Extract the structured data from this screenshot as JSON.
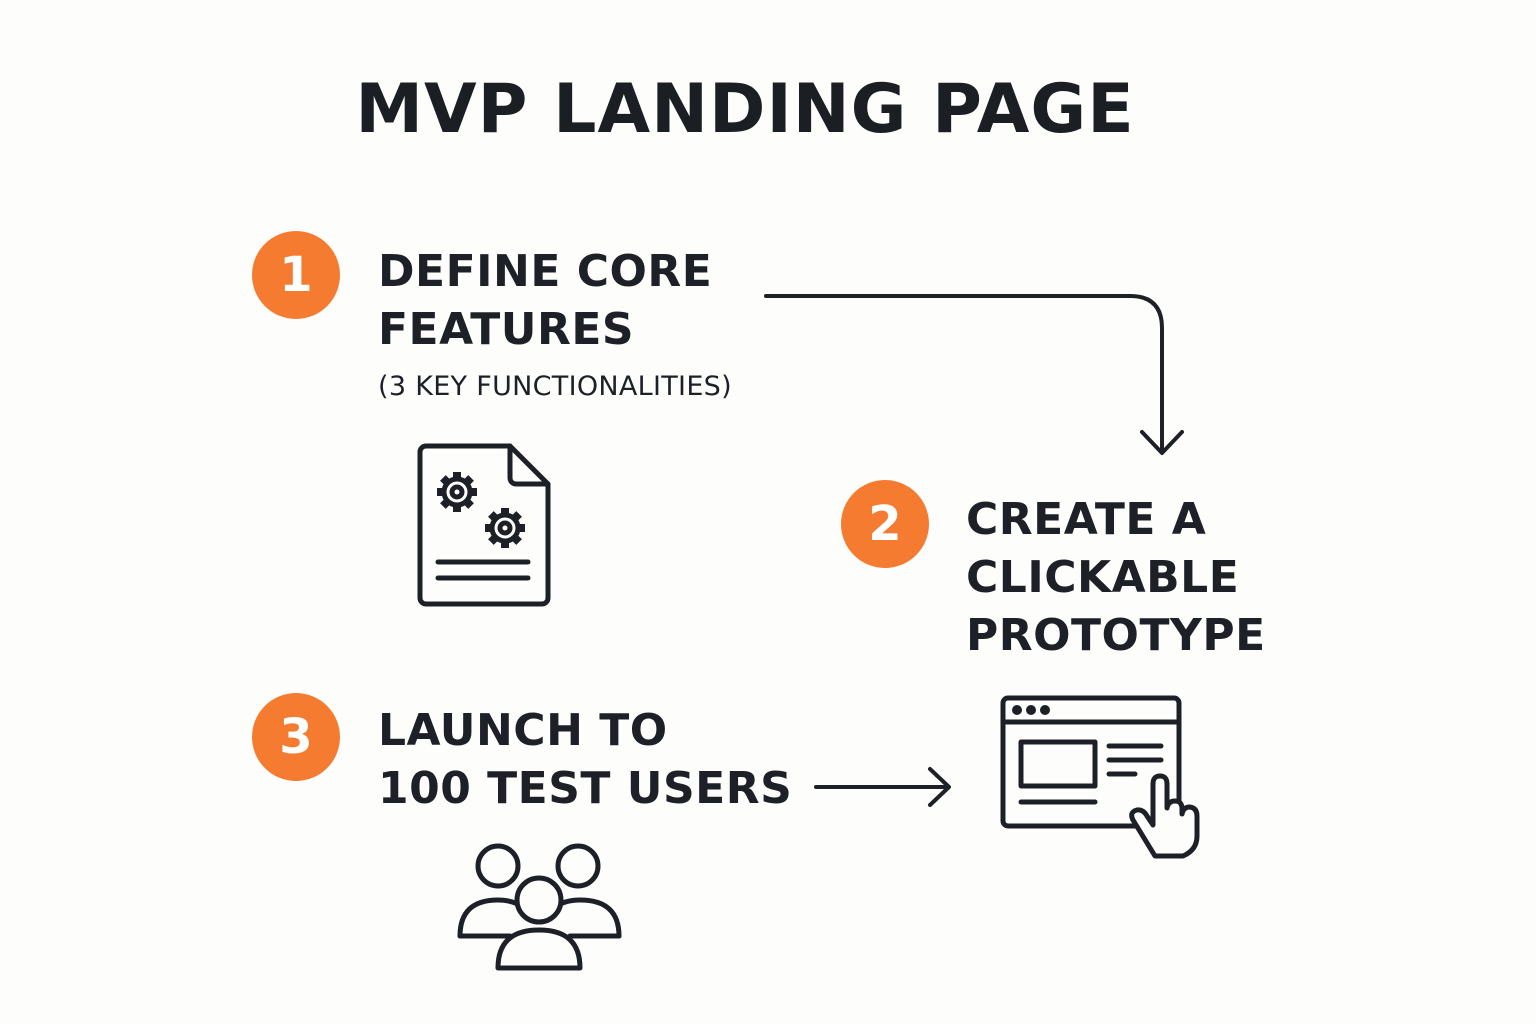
{
  "title": "MVP LANDING PAGE",
  "accent_color": "#f47b30",
  "steps": [
    {
      "number": "1",
      "title_lines": [
        "DEFINE CORE",
        "FEATURES"
      ],
      "subtitle": "(3 KEY FUNCTIONALITIES)",
      "icon": "document-gears-icon"
    },
    {
      "number": "2",
      "title_lines": [
        "CREATE A",
        "CLICKABLE",
        "PROTOTYPE"
      ],
      "icon": "browser-window-pointer-icon"
    },
    {
      "number": "3",
      "title_lines": [
        "LAUNCH TO",
        "100 TEST USERS"
      ],
      "icon": "user-group-icon"
    }
  ],
  "connectors": [
    {
      "from": "1",
      "to": "2",
      "icon": "elbow-arrow-icon"
    },
    {
      "from": "3",
      "to": "2",
      "icon": "right-arrow-icon"
    }
  ]
}
